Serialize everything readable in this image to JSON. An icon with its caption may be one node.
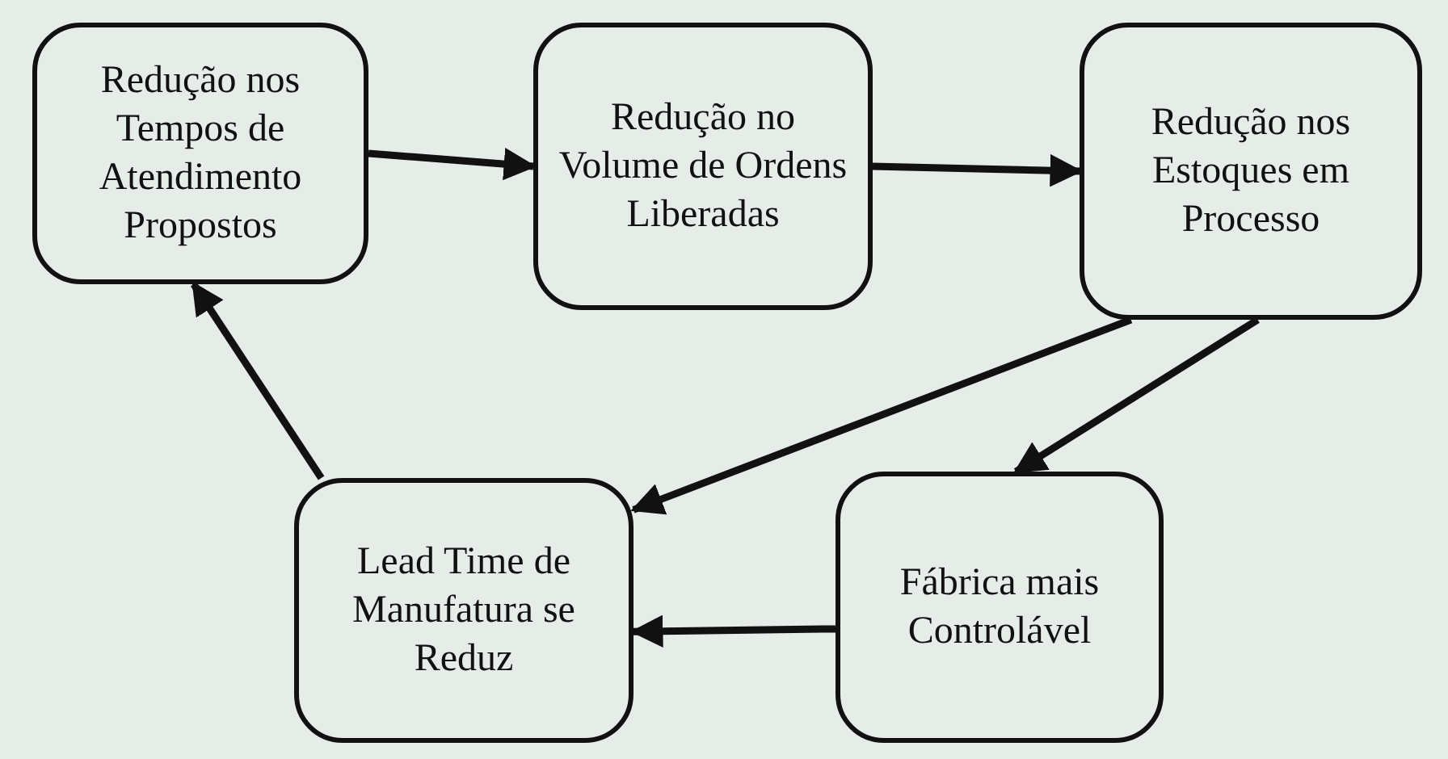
{
  "diagram": {
    "nodes": [
      {
        "text": [
          "Redução nos Tempos de Atendimento Propostos"
        ]
      },
      {
        "text": [
          "Redução no Volume de Ordens Liberadas"
        ]
      },
      {
        "text": [
          "Redução nos Estoques em Processo"
        ]
      },
      {
        "text": [
          "Lead Time de Manufatura se Reduz"
        ]
      },
      {
        "text": [
          "Fábrica mais Controlável"
        ]
      }
    ],
    "edges": [
      {
        "from": 0,
        "to": 1,
        "arrow": "to"
      },
      {
        "from": 1,
        "to": 2,
        "arrow": "to"
      },
      {
        "from": 2,
        "to": 3,
        "arrow": "to"
      },
      {
        "from": 2,
        "to": 4,
        "arrow": "to"
      },
      {
        "from": 4,
        "to": 3,
        "arrow": "to"
      },
      {
        "from": 3,
        "to": 0,
        "arrow": "to"
      }
    ]
  }
}
